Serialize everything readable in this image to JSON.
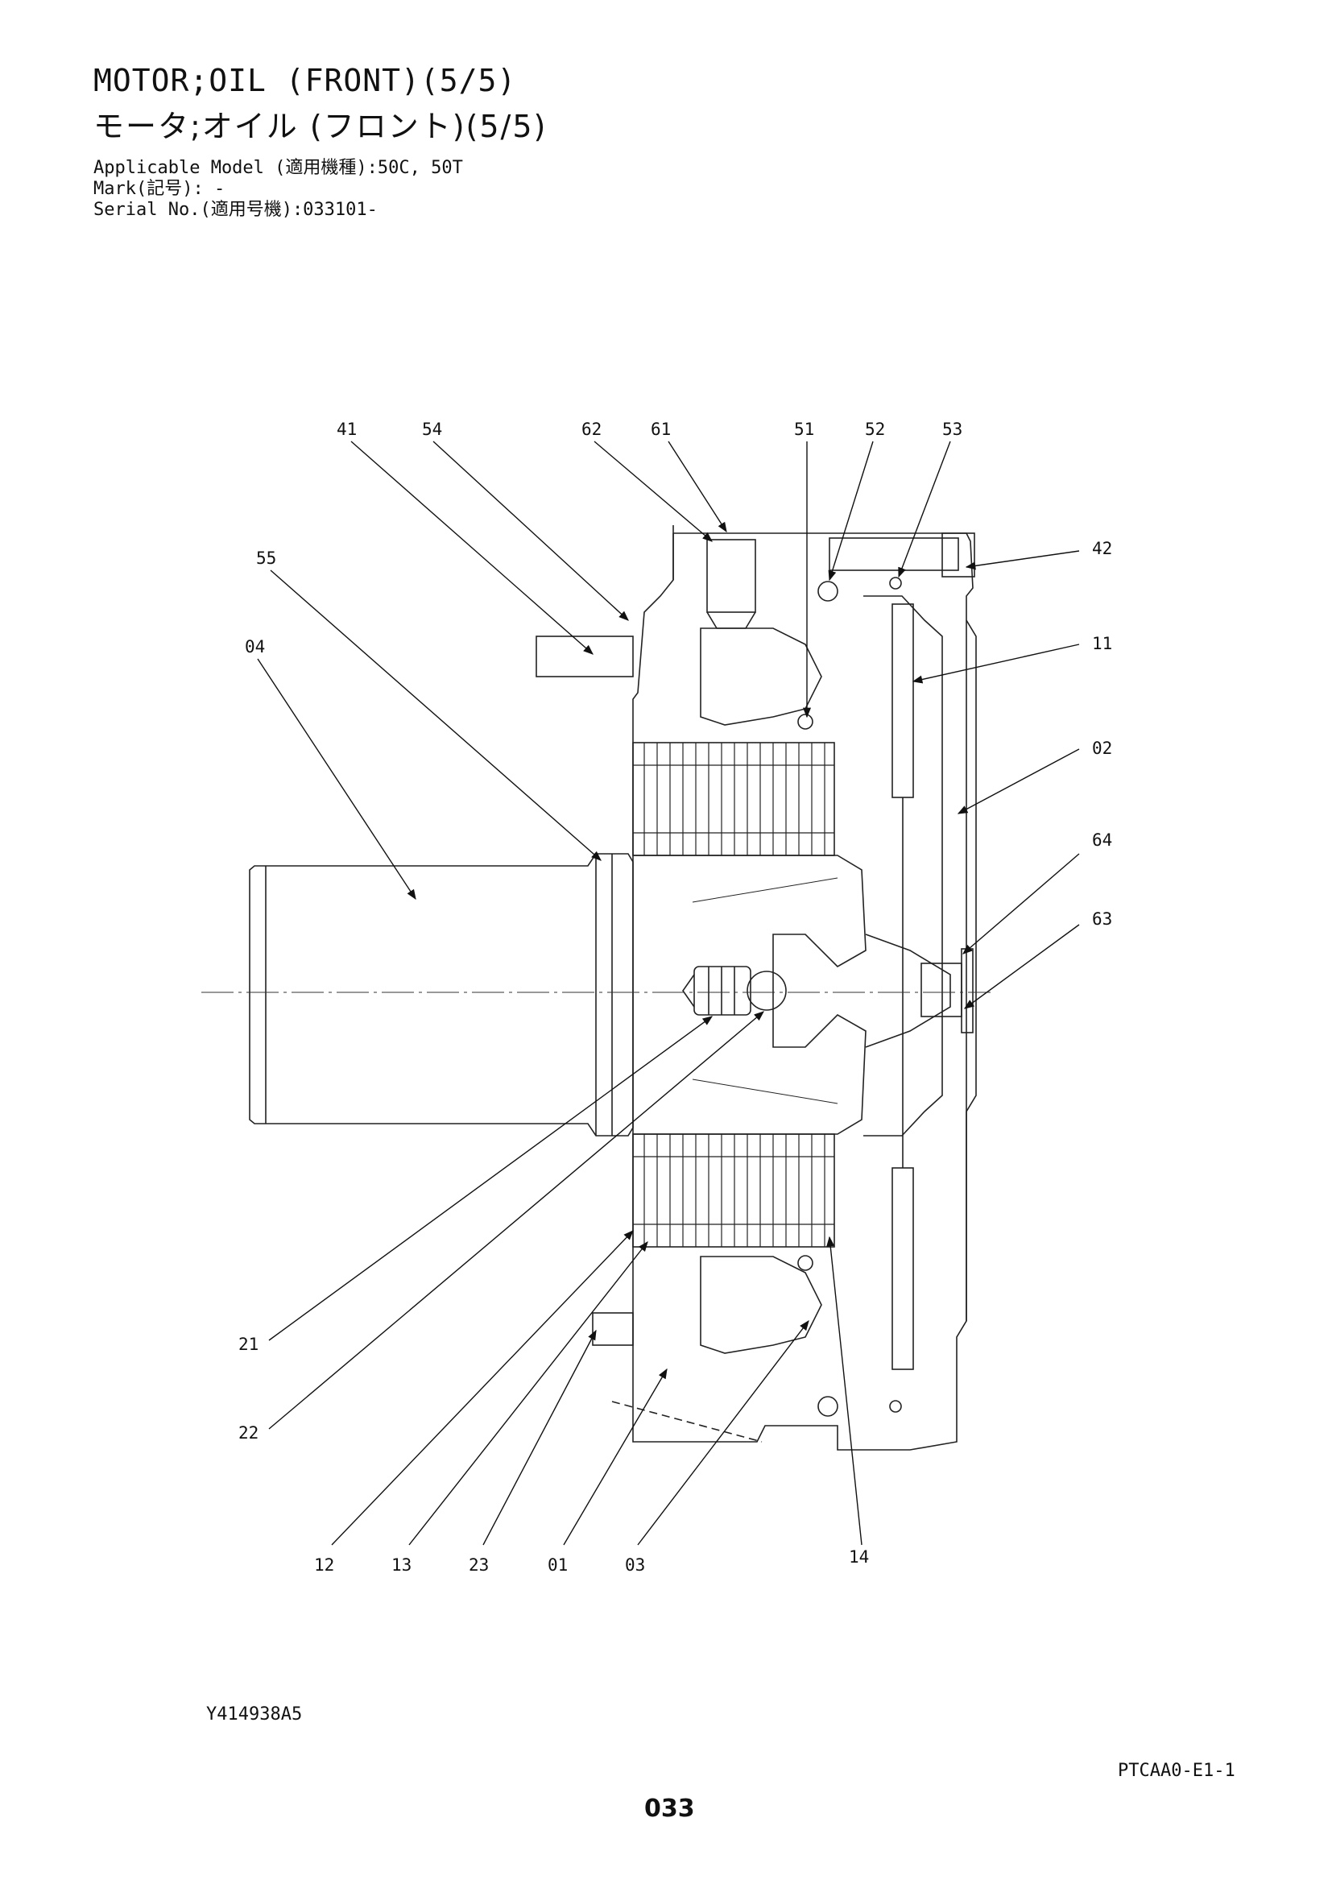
{
  "header": {
    "title_en": "MOTOR;OIL (FRONT)(5/5)",
    "title_jp": "モータ;オイル (フロント)(5/5)",
    "applicable_model": "Applicable Model (適用機種):50C, 50T",
    "mark": "Mark(記号): -",
    "serial": "Serial No.(適用号機):033101-"
  },
  "footer": {
    "drawing_no": "Y414938A5",
    "doc_code": "PTCAA0-E1-1",
    "page": "033"
  },
  "parts": {
    "p41": "41",
    "p54": "54",
    "p62": "62",
    "p61": "61",
    "p51": "51",
    "p52": "52",
    "p53": "53",
    "p55": "55",
    "p42": "42",
    "p04": "04",
    "p11": "11",
    "p02": "02",
    "p64": "64",
    "p63": "63",
    "p21": "21",
    "p22": "22",
    "p12": "12",
    "p13": "13",
    "p23": "23",
    "p01": "01",
    "p03": "03",
    "p14": "14"
  }
}
